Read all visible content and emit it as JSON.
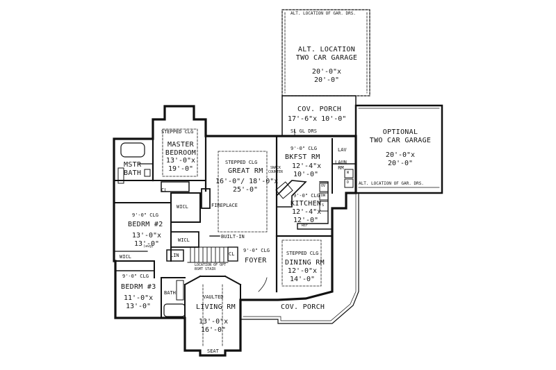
{
  "rooms": {
    "alt_garage": {
      "note_top": "ALT. LOCATION OF GAR. DRS.",
      "label": "ALT. LOCATION\nTWO CAR GARAGE",
      "dims": "20'-0\"x\n20'-0\""
    },
    "cov_porch_rear": {
      "label": "COV. PORCH",
      "dims": "17'-6\"x 10'-0\"",
      "note": "SL GL DRS"
    },
    "opt_garage": {
      "label": "OPTIONAL\nTWO CAR GARAGE",
      "dims": "20'-0\"x\n20'-0\"",
      "note": "ALT. LOCATION OF GAR. DRS."
    },
    "master_bedroom": {
      "ceiling": "STEPPED CLG",
      "label": "MASTER\nBEDROOM",
      "dims": "13'-0\"x\n19'-0\""
    },
    "mstr_bath": {
      "label": "MSTR\nBATH"
    },
    "great_rm": {
      "ceiling": "STEPPED CLG",
      "label": "GREAT RM",
      "dims": "16'-0\"/ 18'-0\"x\n25'-0\"",
      "fireplace": "FIREPLACE",
      "built_in": "BUILT-IN"
    },
    "bkfst_rm": {
      "ceiling": "9'-0\" CLG",
      "label": "BKFST RM",
      "dims": "12'-4\"x\n10'-0\""
    },
    "snack_counter": {
      "label": "SNACK\nCOUNTER"
    },
    "laun": {
      "lav": "LAV",
      "label": "LAUN\nRM"
    },
    "kitchen": {
      "ceiling": "9'-0\" CLG",
      "label": "KITCHEN",
      "dims": "12'-4\"x\n12'-0\"",
      "ref": "REF",
      "dw": "DW",
      "ov": "OV",
      "s": "S",
      "d": "D",
      "w": "W"
    },
    "bedrm2": {
      "ceiling": "9'-0\" CLG",
      "label": "BEDRM #2",
      "dims": "13'-0\"x\n13'-0\"",
      "avg": "(avg)"
    },
    "dining_rm": {
      "ceiling": "STEPPED CLG",
      "label": "DINING RM",
      "dims": "12'-0\"x\n14'-0\""
    },
    "foyer": {
      "ceiling": "9'-0\" CLG",
      "label": "FOYER",
      "lin": "LIN",
      "cl": "CL",
      "stair_note": "LOCATION OF OPT\nBSMT STAIR"
    },
    "bedrm3": {
      "ceiling": "9'-0\" CLG",
      "label": "BEDRM #3",
      "dims": "11'-0\"x\n13'-0\""
    },
    "bath": {
      "label": "BATH"
    },
    "living_rm": {
      "ceiling": "VAULTED",
      "label": "LIVING RM",
      "dims": "13'-0\"x\n16'-0\"",
      "seat": "SEAT"
    },
    "cov_porch_front": {
      "label": "COV. PORCH"
    },
    "closets": {
      "cl_master": "CL",
      "wicl_master": "WICL",
      "wicl_bed2": "WICL",
      "wicl_bed3": "WICL"
    }
  }
}
